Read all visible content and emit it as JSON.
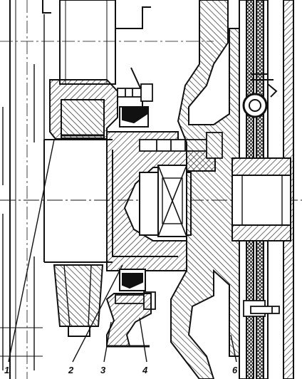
{
  "figure": {
    "callouts": [
      {
        "id": "1",
        "label": "1"
      },
      {
        "id": "2",
        "label": "2"
      },
      {
        "id": "3",
        "label": "3"
      },
      {
        "id": "4",
        "label": "4"
      },
      {
        "id": "6",
        "label": "6"
      }
    ]
  },
  "colors": {
    "ink": "#111111",
    "paper": "#ffffff"
  }
}
